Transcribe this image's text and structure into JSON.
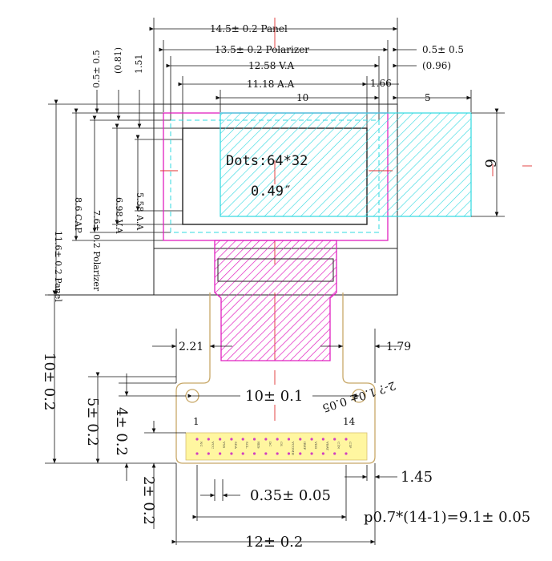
{
  "top_dims": {
    "panel": "14.5± 0.2 Panel",
    "polarizer": "13.5± 0.2 Polarizer",
    "va": "12.58 V.A",
    "aa": "11.18 A.A",
    "ten": "10",
    "right_05": "0.5± 0.5",
    "right_096": "(0.96)",
    "right_166": "1.66",
    "five": "5"
  },
  "left_dims": {
    "d_05": "0.5± 0.5",
    "d_081": "(0.81)",
    "d_151": "1.51",
    "cap": "8.6 CAP",
    "polarizer": "7.6± 0.2 Polarizer",
    "va": "6.98 V.A",
    "aa": "5.58 A.A",
    "panel": "11.6± 0.2 Panel"
  },
  "display": {
    "dots": "Dots:64*32",
    "size": "0.49″"
  },
  "right_dims": {
    "six": "6"
  },
  "fpc_dims": {
    "d_221": "2.21",
    "d_179": "1.79",
    "rot": "2-?  1.0± 0.05",
    "hole_spacing": "10± 0.1",
    "pin_first": "1",
    "pin_last": "14",
    "d_10": "10± 0.2",
    "d_5": "5± 0.2",
    "d_4": "4± 0.2",
    "d_2": "2± 0.2",
    "d_145": "1.45",
    "d_035": "0.35± 0.05",
    "pitch": "p0.7*(14-1)=9.1± 0.05",
    "d_12": "12± 0.2"
  },
  "pins": [
    "NC",
    "VCC",
    "VSS",
    "SDA",
    "SCL",
    "RES",
    "DC",
    "CS",
    "VCOMH",
    "IREF",
    "VDD",
    "VBAT",
    "C1N",
    "C1P"
  ],
  "colors": {
    "magenta": "#e020c0",
    "cyan": "#30d8e0",
    "red": "#e03030",
    "gold": "#c8a868",
    "pad_fill": "#fff6a0"
  }
}
